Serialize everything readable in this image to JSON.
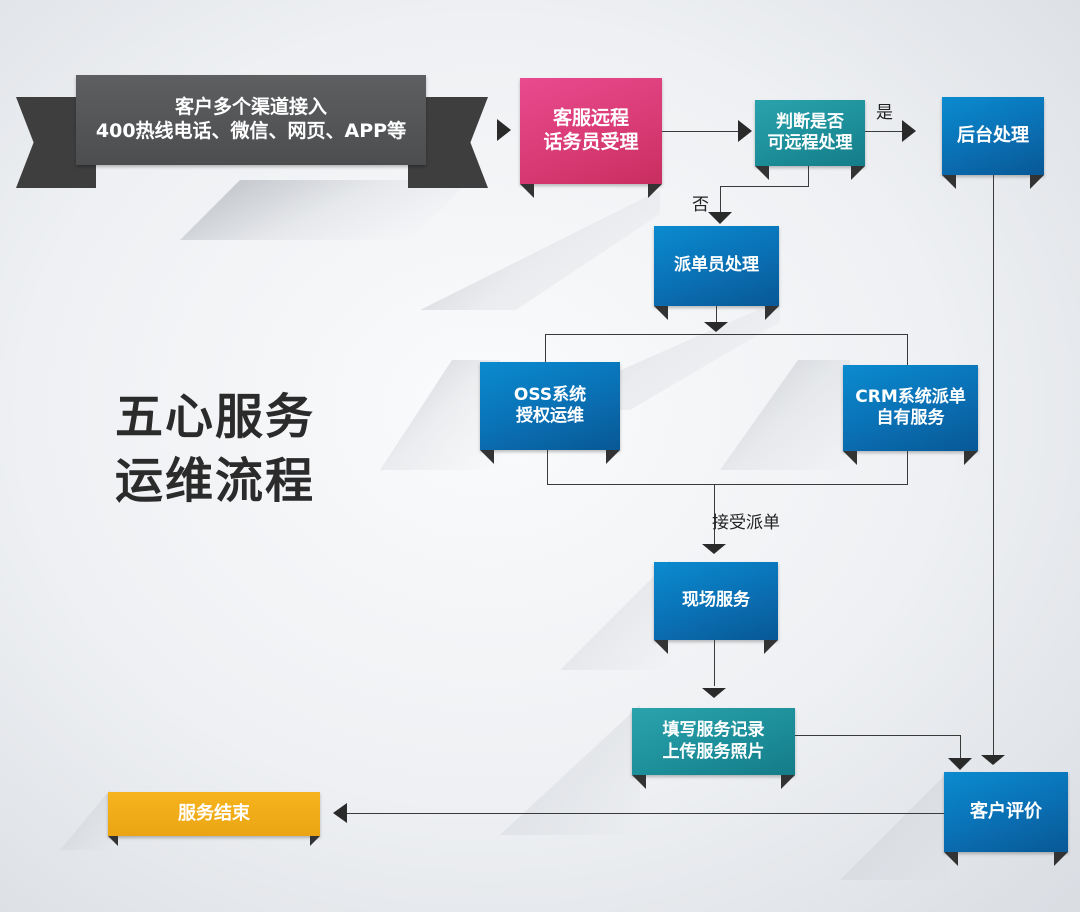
{
  "title": {
    "line1": "五心服务",
    "line2": "运维流程"
  },
  "colors": {
    "banner": "#555759",
    "pink": "#d83a73",
    "teal": "#1c8d98",
    "blue": "#0a6fb3",
    "orange": "#eba514",
    "line": "#3a3a3a"
  },
  "nodes": {
    "entry": {
      "label": "客户多个渠道接入\n400热线电话、微信、网页、APP等"
    },
    "csr": {
      "label": "客服远程\n话务员受理"
    },
    "decision": {
      "label": "判断是否\n可远程处理"
    },
    "backend": {
      "label": "后台处理"
    },
    "dispatcher": {
      "label": "派单员处理"
    },
    "oss": {
      "label": "OSS系统\n授权运维"
    },
    "crm": {
      "label": "CRM系统派单\n自有服务"
    },
    "onsite": {
      "label": "现场服务"
    },
    "record": {
      "label": "填写服务记录\n上传服务照片"
    },
    "feedback": {
      "label": "客户评价"
    },
    "end": {
      "label": "服务结束"
    }
  },
  "edges": {
    "yes": "是",
    "no": "否",
    "accept": "接受派单"
  }
}
